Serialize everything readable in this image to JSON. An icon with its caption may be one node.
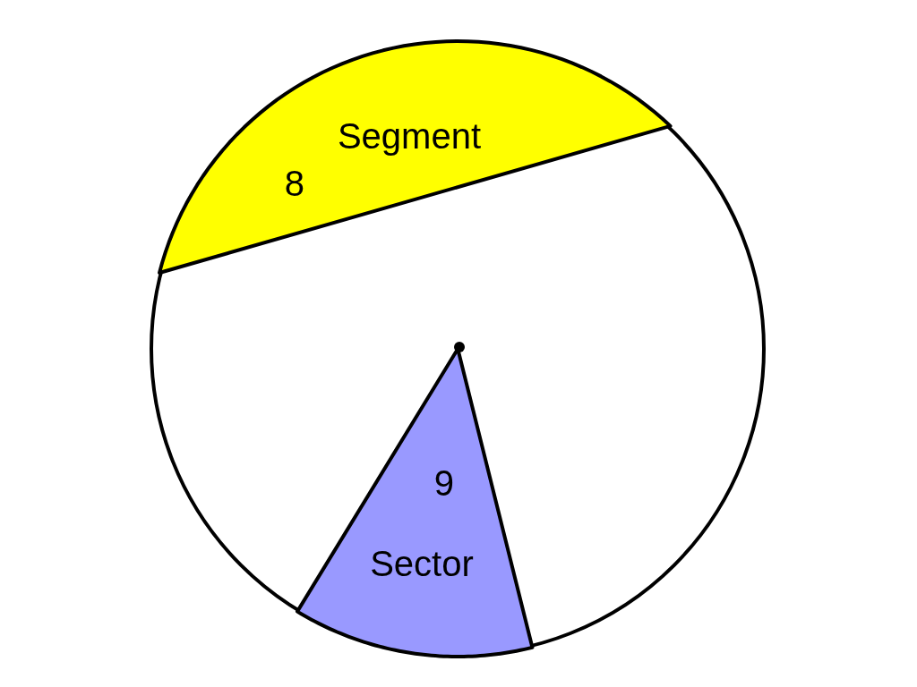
{
  "diagram": {
    "nodes": [
      {
        "text": [],
        "shape": "circle"
      },
      {
        "text": [
          "Segment",
          "8"
        ],
        "in": 0
      },
      {
        "text": [
          "9",
          "Sector"
        ],
        "in": 0
      }
    ]
  }
}
